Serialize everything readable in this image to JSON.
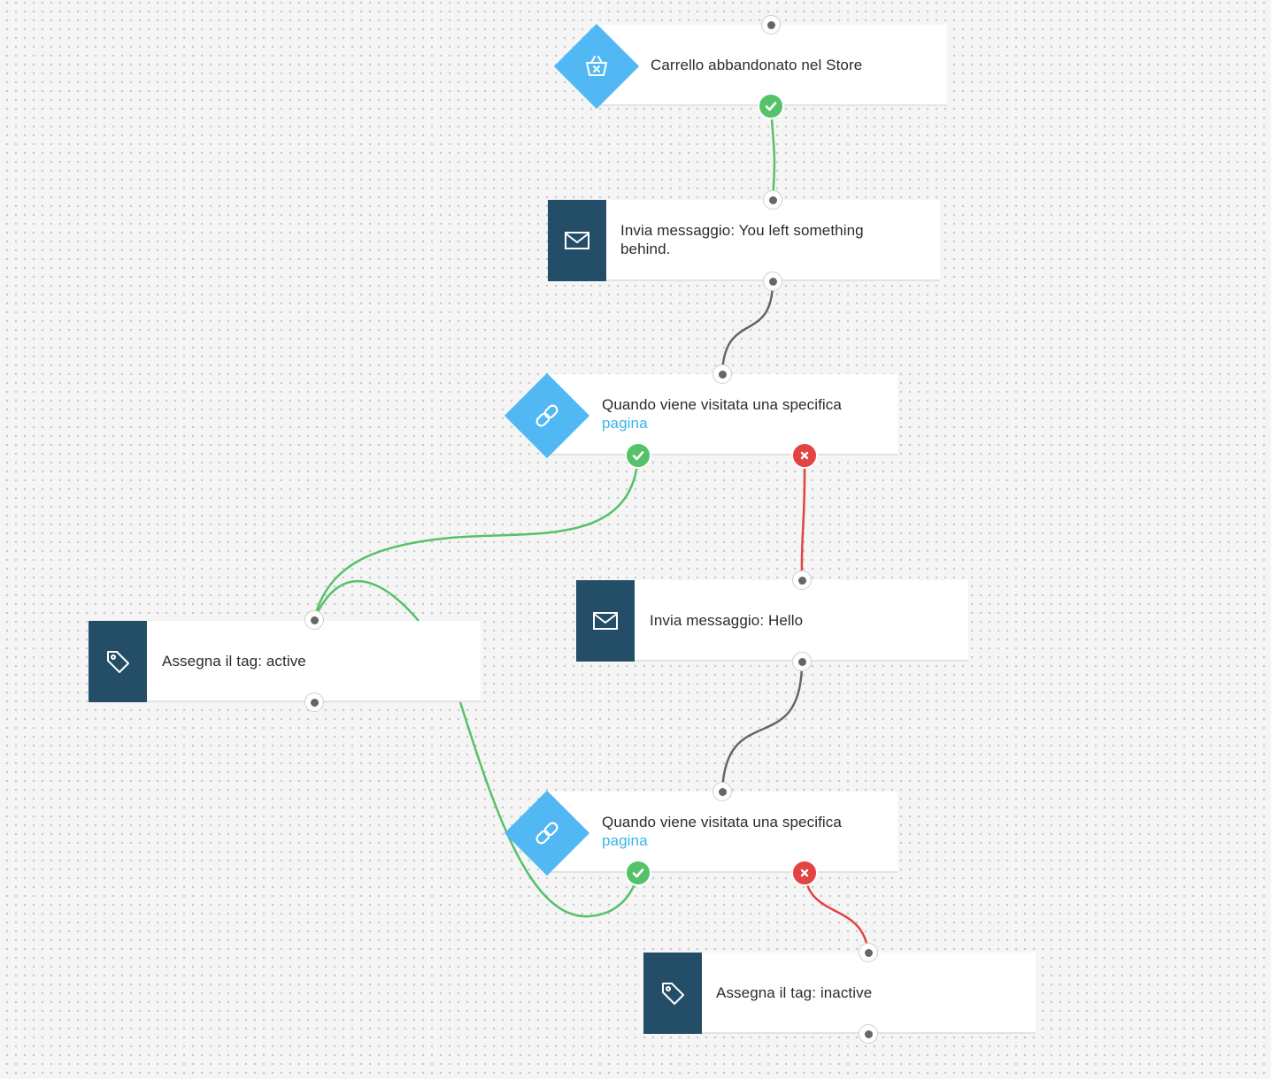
{
  "nodes": {
    "trigger_cart": {
      "label": "Carrello abbandonato nel Store",
      "icon": "basket-icon",
      "color": "#51b8f3"
    },
    "send_message_1": {
      "label": "Invia messaggio: You left something behind.",
      "icon": "envelope-icon",
      "color": "#244e68"
    },
    "condition_page_1": {
      "label": "Quando viene visitata una specifica",
      "link": "pagina",
      "icon": "link-icon",
      "color": "#51b8f3"
    },
    "send_message_2": {
      "label": "Invia messaggio: Hello",
      "icon": "envelope-icon",
      "color": "#244e68"
    },
    "assign_tag_active": {
      "label": "Assegna il tag: active",
      "icon": "tag-icon",
      "color": "#244e68"
    },
    "condition_page_2": {
      "label": "Quando viene visitata una specifica",
      "link": "pagina",
      "icon": "link-icon",
      "color": "#51b8f3"
    },
    "assign_tag_inactive": {
      "label": "Assegna il tag: inactive",
      "icon": "tag-icon",
      "color": "#244e68"
    }
  },
  "colors": {
    "yes": "#55c26a",
    "no": "#e24343",
    "neutral": "#666666",
    "link": "#3ab3e9"
  }
}
